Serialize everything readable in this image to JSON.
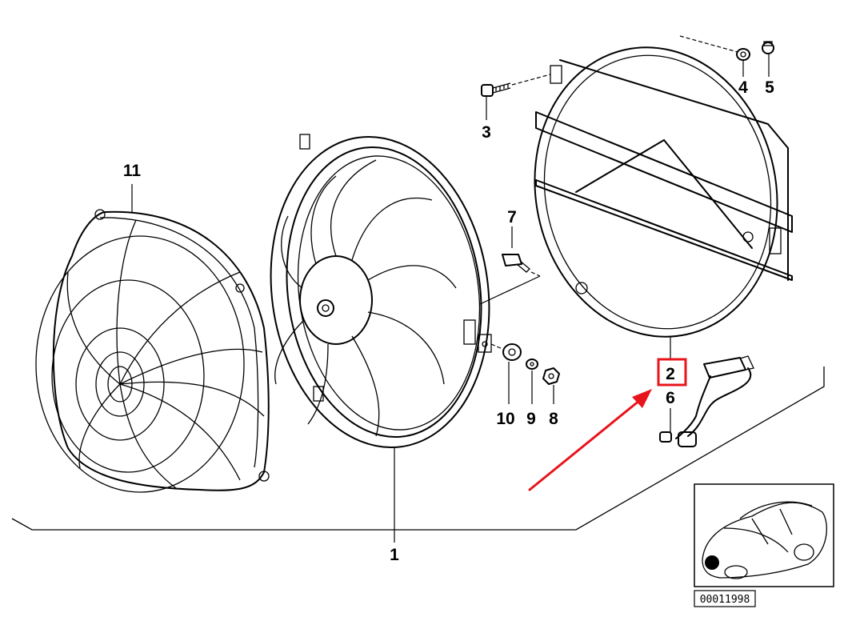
{
  "callouts": [
    {
      "id": "1",
      "text": "1"
    },
    {
      "id": "2",
      "text": "2"
    },
    {
      "id": "3",
      "text": "3"
    },
    {
      "id": "4",
      "text": "4"
    },
    {
      "id": "5",
      "text": "5"
    },
    {
      "id": "6",
      "text": "6"
    },
    {
      "id": "7",
      "text": "7"
    },
    {
      "id": "8",
      "text": "8"
    },
    {
      "id": "9",
      "text": "9"
    },
    {
      "id": "10",
      "text": "10"
    },
    {
      "id": "11",
      "text": "11"
    }
  ],
  "highlight": {
    "callout": "2",
    "color": "#e8141c"
  },
  "arrow": {
    "color": "#e8141c"
  },
  "thumbnail": {
    "code": "00011998"
  }
}
